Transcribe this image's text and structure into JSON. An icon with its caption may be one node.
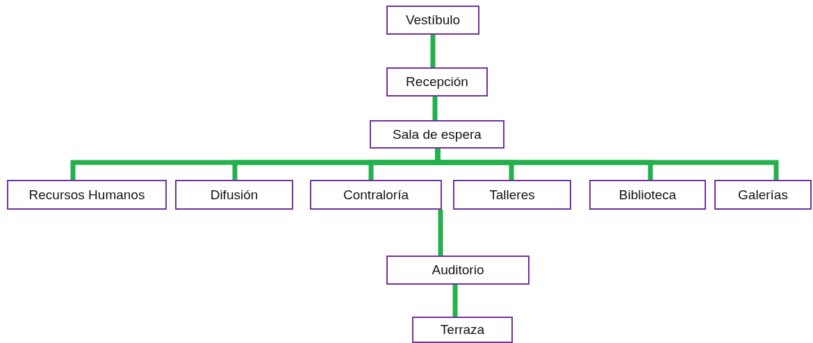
{
  "diagram": {
    "nodes": [
      {
        "text": [
          "Vestíbulo"
        ]
      },
      {
        "text": [
          "Recepción"
        ]
      },
      {
        "text": [
          "Sala de espera"
        ]
      },
      {
        "text": [
          "Recursos Humanos"
        ]
      },
      {
        "text": [
          "Difusión"
        ]
      },
      {
        "text": [
          "Contraloría"
        ]
      },
      {
        "text": [
          "Talleres"
        ]
      },
      {
        "text": [
          "Biblioteca"
        ]
      },
      {
        "text": [
          "Galerías"
        ]
      },
      {
        "text": [
          "Auditorio"
        ]
      },
      {
        "text": [
          "Terraza"
        ]
      }
    ],
    "edges": [
      {
        "from": 0,
        "to": 1,
        "arrow": "none"
      },
      {
        "from": 1,
        "to": 2,
        "arrow": "none"
      },
      {
        "from": 2,
        "to": 3,
        "arrow": "none"
      },
      {
        "from": 2,
        "to": 4,
        "arrow": "none"
      },
      {
        "from": 2,
        "to": 5,
        "arrow": "none"
      },
      {
        "from": 2,
        "to": 6,
        "arrow": "none"
      },
      {
        "from": 2,
        "to": 7,
        "arrow": "none"
      },
      {
        "from": 2,
        "to": 8,
        "arrow": "none"
      },
      {
        "from": 5,
        "to": 9,
        "arrow": "none"
      },
      {
        "from": 9,
        "to": 10,
        "arrow": "none"
      }
    ]
  }
}
